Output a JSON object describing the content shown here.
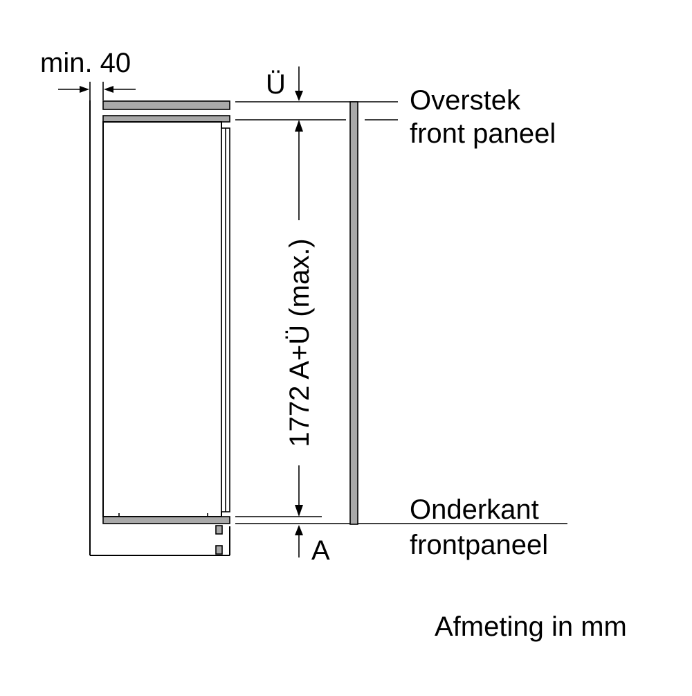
{
  "diagram": {
    "labels": {
      "min_gap": "min. 40",
      "u_mark": "Ü",
      "overhang_line1": "Overstek",
      "overhang_line2": "front paneel",
      "height": "1772 A+Ü (max.)",
      "bottom_line1": "Onderkant",
      "bottom_line2": "frontpaneel",
      "a_mark": "A",
      "unit_note": "Afmeting in mm"
    },
    "colors": {
      "line": "#000000",
      "panel_fill": "#a9a9a9",
      "background": "#ffffff"
    }
  }
}
